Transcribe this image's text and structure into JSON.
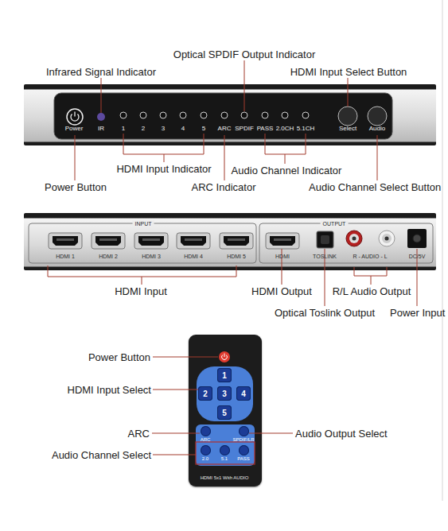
{
  "diagram": {
    "nodes": [
      {
        "text": [
          "Power",
          "IR",
          "1",
          "2",
          "3",
          "4",
          "5",
          "ARC",
          "SPDIF",
          "PASS",
          "2.0CH",
          "5.1CH",
          "Select",
          "Audio"
        ]
      },
      {
        "text": [
          "INPUT",
          "OUTPUT",
          "HDMI 1",
          "HDMI 2",
          "HDMI 3",
          "HDMI 4",
          "HDMI 5",
          "HDMI",
          "TOSLINK",
          "R - AUDIO - L",
          "DC/5V"
        ]
      },
      {
        "text": [
          "HDMI 5x1 With AUDIO"
        ]
      },
      {
        "text": [
          "1"
        ],
        "in": 2
      },
      {
        "text": [
          "2"
        ],
        "in": 2
      },
      {
        "text": [
          "3"
        ],
        "in": 2
      },
      {
        "text": [
          "4"
        ],
        "in": 2
      },
      {
        "text": [
          "5"
        ],
        "in": 2
      },
      {
        "text": [
          "ARC"
        ],
        "in": 2
      },
      {
        "text": [
          "SPDIF/LR"
        ],
        "in": 2
      },
      {
        "text": [
          "2.0"
        ],
        "in": 2
      },
      {
        "text": [
          "5.1"
        ],
        "in": 2
      },
      {
        "text": [
          "PASS"
        ],
        "in": 2
      }
    ],
    "labels": [
      "Optical SPDIF Output Indicator",
      "Infrared Signal Indicator",
      "HDMI Input Select Button",
      "HDMI Input Indicator",
      "Audio Channel Indicator",
      "Power Button",
      "ARC Indicator",
      "Audio Channel Select Button",
      "HDMI Input",
      "HDMI Output",
      "R/L Audio Output",
      "Optical Toslink Output",
      "Power Input",
      "Power Button",
      "HDMI Input Select",
      "ARC",
      "Audio Output Select",
      "Audio Channel Select"
    ]
  }
}
